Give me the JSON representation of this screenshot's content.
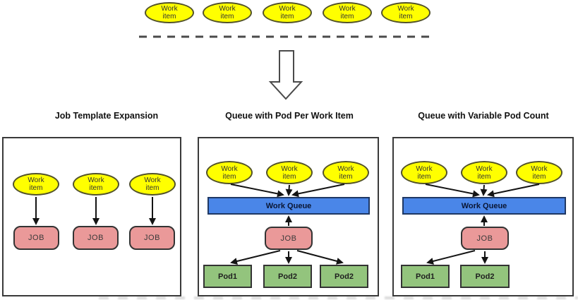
{
  "colors": {
    "work_item_fill": "#ffff00",
    "queue_fill": "#4a86e8",
    "job_fill": "#ea9999",
    "pod_fill": "#93c47d",
    "line": "#141414"
  },
  "top": {
    "items": [
      "Work item",
      "Work item",
      "Work item",
      "Work item",
      "Work item"
    ]
  },
  "panels": [
    {
      "title": "Job Template Expansion",
      "items": [
        "Work item",
        "Work item",
        "Work item"
      ],
      "jobs": [
        "JOB",
        "JOB",
        "JOB"
      ]
    },
    {
      "title": "Queue with Pod Per Work Item",
      "items": [
        "Work item",
        "Work item",
        "Work item"
      ],
      "queue": "Work Queue",
      "job": "JOB",
      "pods": [
        "Pod1",
        "Pod2",
        "Pod2"
      ]
    },
    {
      "title": "Queue with Variable Pod Count",
      "items": [
        "Work item",
        "Work item",
        "Work item"
      ],
      "queue": "Work Queue",
      "job": "JOB",
      "pods": [
        "Pod1",
        "Pod2"
      ]
    }
  ]
}
